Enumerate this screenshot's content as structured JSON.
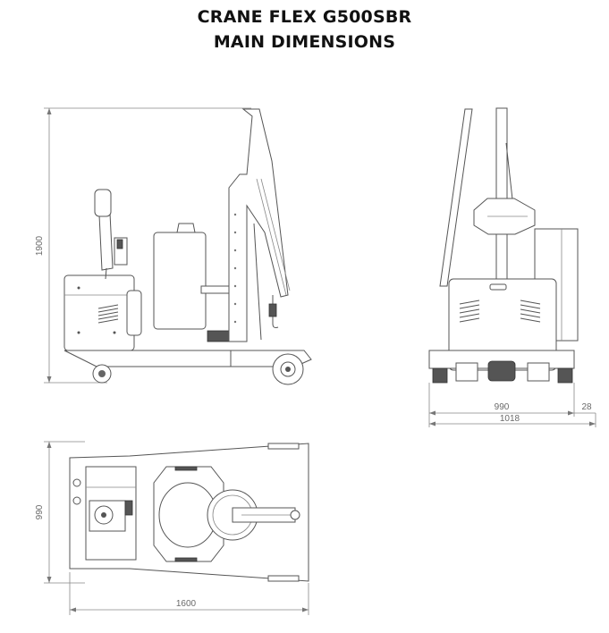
{
  "title": {
    "line1": "CRANE FLEX G500SBR",
    "line2": "MAIN DIMENSIONS"
  },
  "dimensions": {
    "side_height": "1900",
    "front_inner_width": "990",
    "front_offset": "28",
    "front_total_width": "1018",
    "top_width": "990",
    "top_length": "1600"
  }
}
